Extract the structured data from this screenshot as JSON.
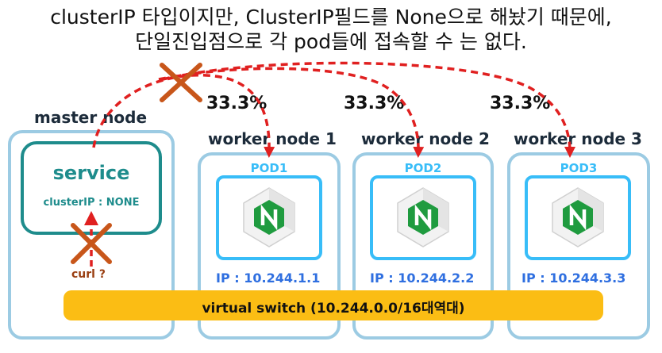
{
  "title": {
    "line1": "clusterIP 타입이지만, ClusterIP필드를 None으로 해놨기 때문에,",
    "line2": "단일진입점으로 각 pod들에 접속할 수 는 없다."
  },
  "master": {
    "label": "master node",
    "service": {
      "title": "service",
      "subtitle": "clusterIP : NONE"
    },
    "curl": "curl ?"
  },
  "workers": [
    {
      "label": "worker node 1",
      "pod": "POD1",
      "ip": "IP : 10.244.1.1",
      "share": "33.3%"
    },
    {
      "label": "worker node 2",
      "pod": "POD2",
      "ip": "IP : 10.244.2.2",
      "share": "33.3%"
    },
    {
      "label": "worker node 3",
      "pod": "POD3",
      "ip": "IP : 10.244.3.3",
      "share": "33.3%"
    }
  ],
  "switch": {
    "label": "virtual switch (10.244.0.0/16대역대)"
  },
  "icons": {
    "pod": "nginx-icon",
    "blocked": "x-mark-icon"
  },
  "colors": {
    "node_border": "#9ccbe3",
    "pod_border": "#38bdf8",
    "service": "#1e8c8c",
    "switch": "#fbbd14",
    "arrow": "#e02020",
    "cross": "#c8561a",
    "ip": "#2f6fe0"
  }
}
